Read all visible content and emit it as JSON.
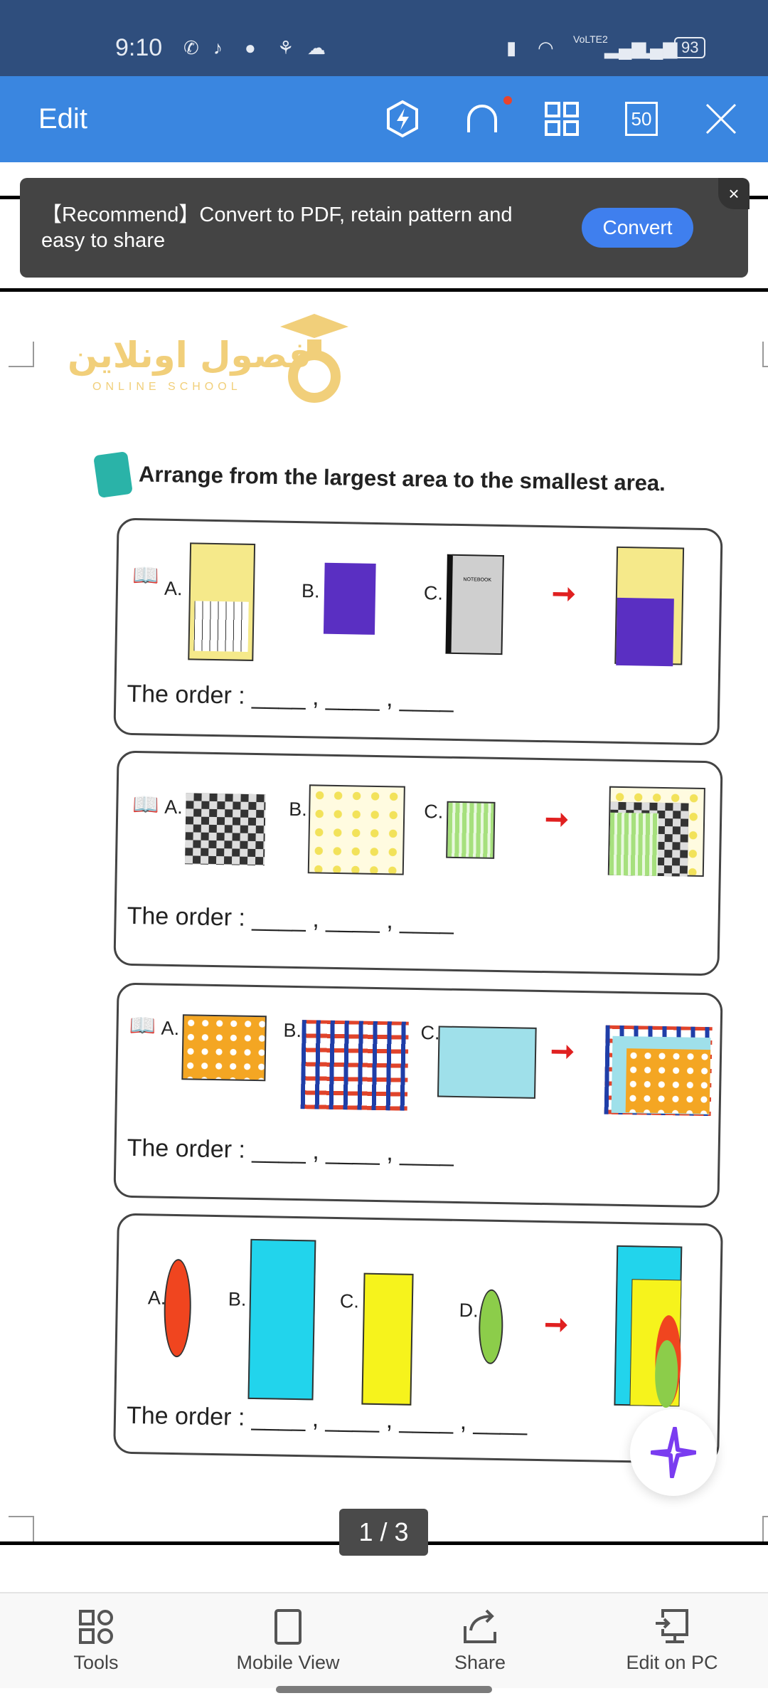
{
  "status_bar": {
    "time": "9:10",
    "battery": "93",
    "network": "VoLTE2"
  },
  "toolbar": {
    "title": "Edit",
    "zoom_badge": "50"
  },
  "banner": {
    "text": "【Recommend】Convert to PDF, retain pattern and easy to share",
    "button": "Convert",
    "close": "×"
  },
  "document": {
    "logo_arabic": "فصول اونلاين",
    "logo_english": "ONLINE SCHOOL",
    "heading": "Arrange from the largest area to the smallest area.",
    "order_label": "The order :",
    "blanks3": "____ , ____ , ____",
    "blanks4": "____ , ____ , ____ , ____",
    "notebook_label": "NOTEBOOK",
    "labels": {
      "a": "A.",
      "b": "B.",
      "c": "C.",
      "d": "D."
    }
  },
  "page_indicator": "1 / 3",
  "bottom_nav": [
    {
      "label": "Tools"
    },
    {
      "label": "Mobile View"
    },
    {
      "label": "Share"
    },
    {
      "label": "Edit on PC"
    }
  ],
  "colors": {
    "status": "#2f4e7d",
    "toolbar": "#3a86e0",
    "convert": "#3f7fee"
  }
}
